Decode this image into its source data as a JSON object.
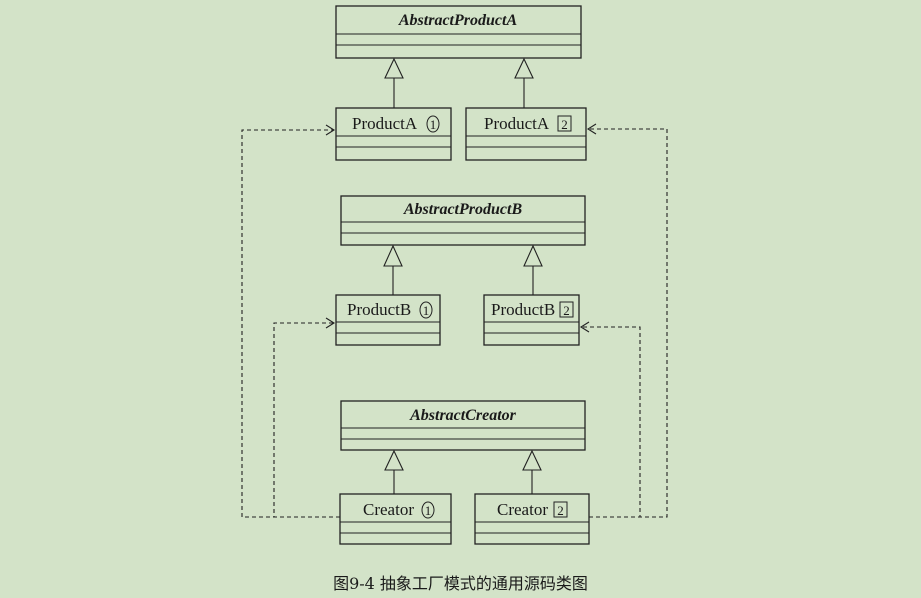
{
  "diagram": {
    "caption": "图9-4 抽象工厂模式的通用源码类图",
    "classes": {
      "abstract_product_a": {
        "name": "AbstractProductA"
      },
      "product_a1": {
        "name": "ProductA",
        "marker": "1",
        "marker_style": "circle"
      },
      "product_a2": {
        "name": "ProductA",
        "marker": "2",
        "marker_style": "square"
      },
      "abstract_product_b": {
        "name": "AbstractProductB"
      },
      "product_b1": {
        "name": "ProductB",
        "marker": "1",
        "marker_style": "circle"
      },
      "product_b2": {
        "name": "ProductB",
        "marker": "2",
        "marker_style": "square"
      },
      "abstract_creator": {
        "name": "AbstractCreator"
      },
      "creator_1": {
        "name": "Creator",
        "marker": "1",
        "marker_style": "circle"
      },
      "creator_2": {
        "name": "Creator",
        "marker": "2",
        "marker_style": "square"
      }
    }
  }
}
